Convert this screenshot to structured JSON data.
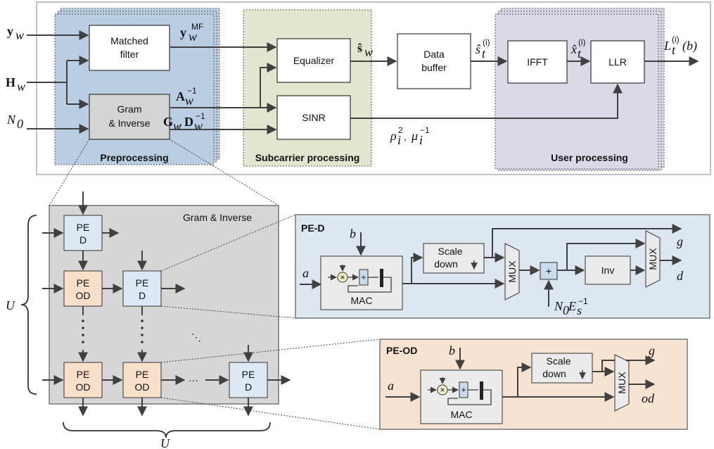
{
  "top": {
    "inputs": {
      "y": "y",
      "y_sub": "w",
      "h": "H",
      "h_sub": "w",
      "n0": "N",
      "n0_sub": "0"
    },
    "blocks": {
      "matched_filter_1": "Matched",
      "matched_filter_2": "filter",
      "gram_1": "Gram",
      "gram_2": "& Inverse",
      "equalizer": "Equalizer",
      "sinr": "SINR",
      "buffer_1": "Data",
      "buffer_2": "buffer",
      "ifft": "IFFT",
      "llr": "LLR"
    },
    "signals": {
      "ymf": "y",
      "ymf_sub": "w",
      "ymf_sup": "MF",
      "ainv": "A",
      "ainv_sub": "w",
      "ainv_sup": "−1",
      "gd_g": "G",
      "gd_g_sub": "w",
      "gd_sep": ", ",
      "gd_d": "D",
      "gd_d_sub": "w",
      "gd_d_sup": "−1",
      "s_hat": "ŝ",
      "s_hat_sub": "w",
      "st": "ŝ",
      "st_sub": "t",
      "st_sup": "(i)",
      "xt": "x̂",
      "xt_sub": "t",
      "xt_sup": "(i)",
      "llr_out": "L",
      "llr_out_sub": "t",
      "llr_out_sup": "(i)",
      "llr_out_arg": "(b)",
      "rho": "ρ",
      "rho_sub": "i",
      "rho_sup": "2",
      "rho_sep": ", ",
      "mu": "μ",
      "mu_sub": "i",
      "mu_sup": "−1"
    },
    "regions": {
      "preprocessing": "Preprocessing",
      "subcarrier": "Subcarrier processing",
      "user": "User processing"
    }
  },
  "array": {
    "title": "Gram & Inverse",
    "u_left": "U",
    "u_bottom": "U",
    "pe_label": "PE",
    "d_label": "D",
    "od_label": "OD",
    "dots_h": "···",
    "dots_diag": "⋱"
  },
  "ped": {
    "title": "PE-D",
    "a": "a",
    "b": "b",
    "mac": "MAC",
    "scale_1": "Scale",
    "scale_2": "down",
    "mux": "MUX",
    "inv": "Inv",
    "g": "g",
    "d": "d",
    "n0es": "N",
    "n0es_sub": "0",
    "es": "E",
    "es_sub": "s",
    "es_sup": "−1"
  },
  "peod": {
    "title": "PE-OD",
    "a": "a",
    "b": "b",
    "mac": "MAC",
    "scale_1": "Scale",
    "scale_2": "down",
    "mux": "MUX",
    "g": "g",
    "od": "od"
  },
  "colors": {
    "preprocessing": "#b9cde3",
    "subcarrier": "#e2e6cf",
    "user": "#dcd8e8",
    "array_bg": "#d6d6d6",
    "pe_d": "#dce8f3",
    "pe_od": "#f8dfc9",
    "ped_bg": "#dce7f1",
    "peod_bg": "#f6e3d2",
    "block_gray": "#e8e8e8",
    "stroke": "#404040"
  }
}
